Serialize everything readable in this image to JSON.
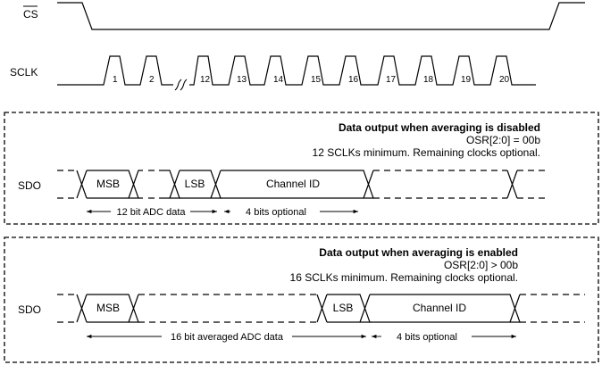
{
  "signals": {
    "cs": "CS",
    "sclk": "SCLK",
    "sdo_disabled": "SDO",
    "sdo_enabled": "SDO"
  },
  "sclk_pulses": [
    "1",
    "2",
    "12",
    "13",
    "14",
    "15",
    "16",
    "17",
    "18",
    "19",
    "20"
  ],
  "panel_disabled": {
    "title": "Data output when averaging is disabled",
    "osr": "OSR[2:0] = 00b",
    "note": "12 SCLKs minimum. Remaining clocks optional.",
    "msb": "MSB",
    "lsb": "LSB",
    "channel_id": "Channel ID",
    "adc_span": "12 bit ADC data",
    "optional_span": "4 bits optional"
  },
  "panel_enabled": {
    "title": "Data output when averaging is enabled",
    "osr": "OSR[2:0] > 00b",
    "note": "16 SCLKs minimum. Remaining clocks optional.",
    "msb": "MSB",
    "lsb": "LSB",
    "channel_id": "Channel ID",
    "adc_span": "16 bit averaged ADC data",
    "optional_span": "4 bits optional"
  }
}
